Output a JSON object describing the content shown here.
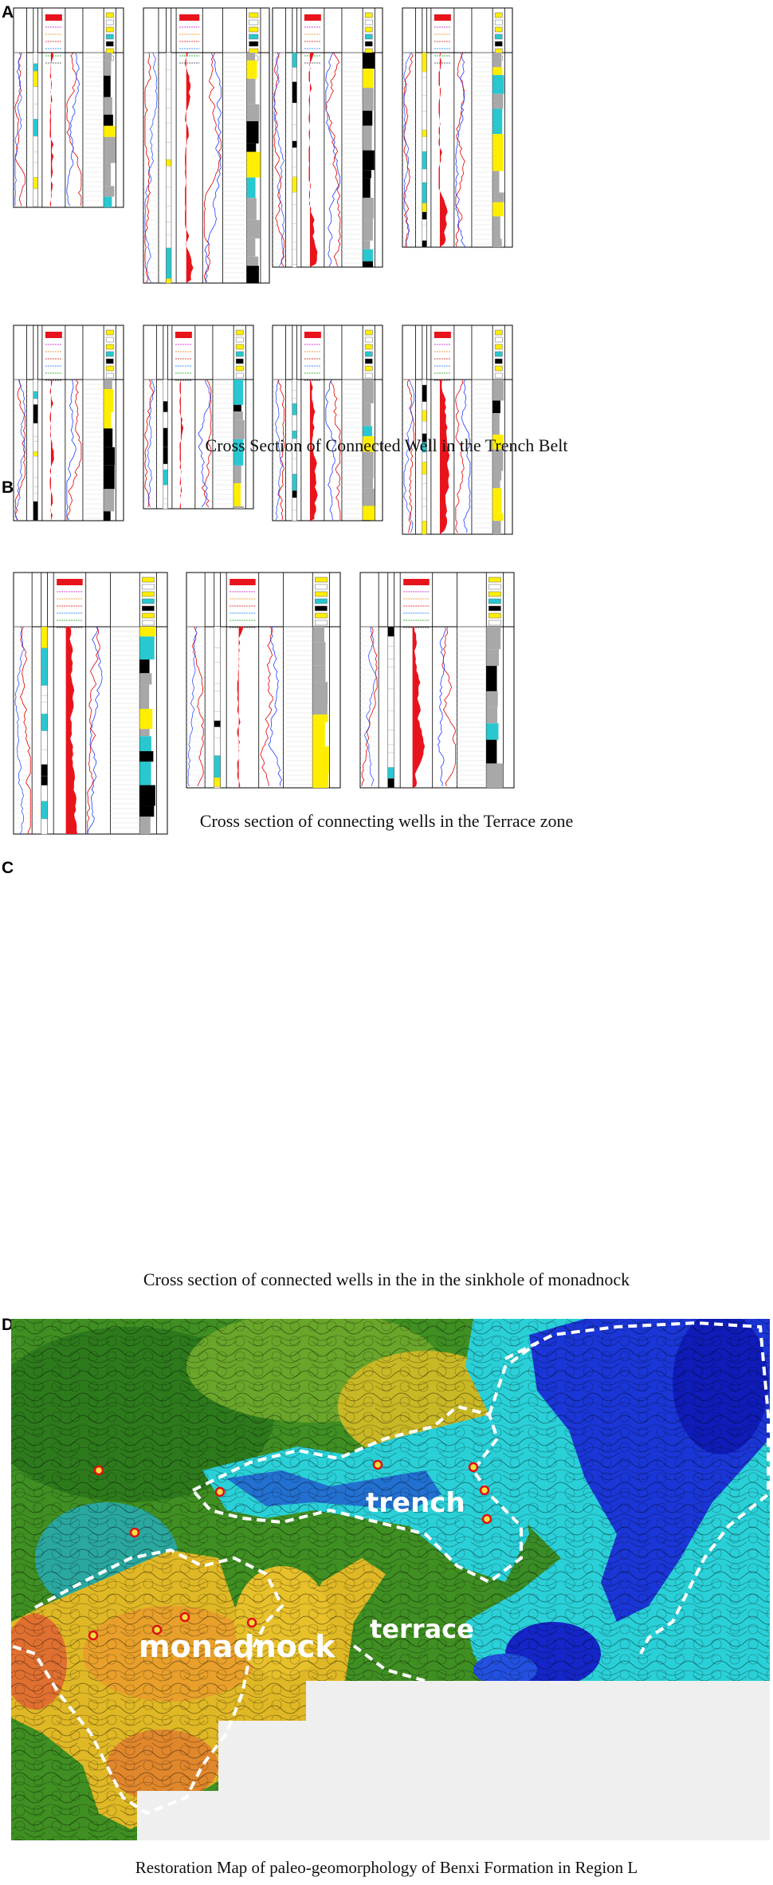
{
  "panels": [
    {
      "letter": "A",
      "caption": "Cross Section of Connected Well in the Trench Belt"
    },
    {
      "letter": "B",
      "caption": "Cross section of connecting wells in the Terrace zone"
    },
    {
      "letter": "C",
      "caption": "Cross section of connected wells in the in the sinkhole of monadnock"
    },
    {
      "letter": "D",
      "caption": "Restoration Map of paleo-geomorphology of Benxi Formation in Region L"
    }
  ],
  "map_labels": {
    "trench": "trench",
    "terrace": "terrace",
    "monadnock": "monadnock"
  },
  "colors": {
    "gamma_fill": "#e8141c",
    "coal": "#000000",
    "sand": "#ffee00",
    "limestone": "#29c7cf",
    "mudstone": "#a8a8a8",
    "trench": "#2ad0d8",
    "deep": "#1426c8",
    "green": "#3f8f22",
    "yellow": "#e8b820",
    "orange": "#e88a2a"
  }
}
